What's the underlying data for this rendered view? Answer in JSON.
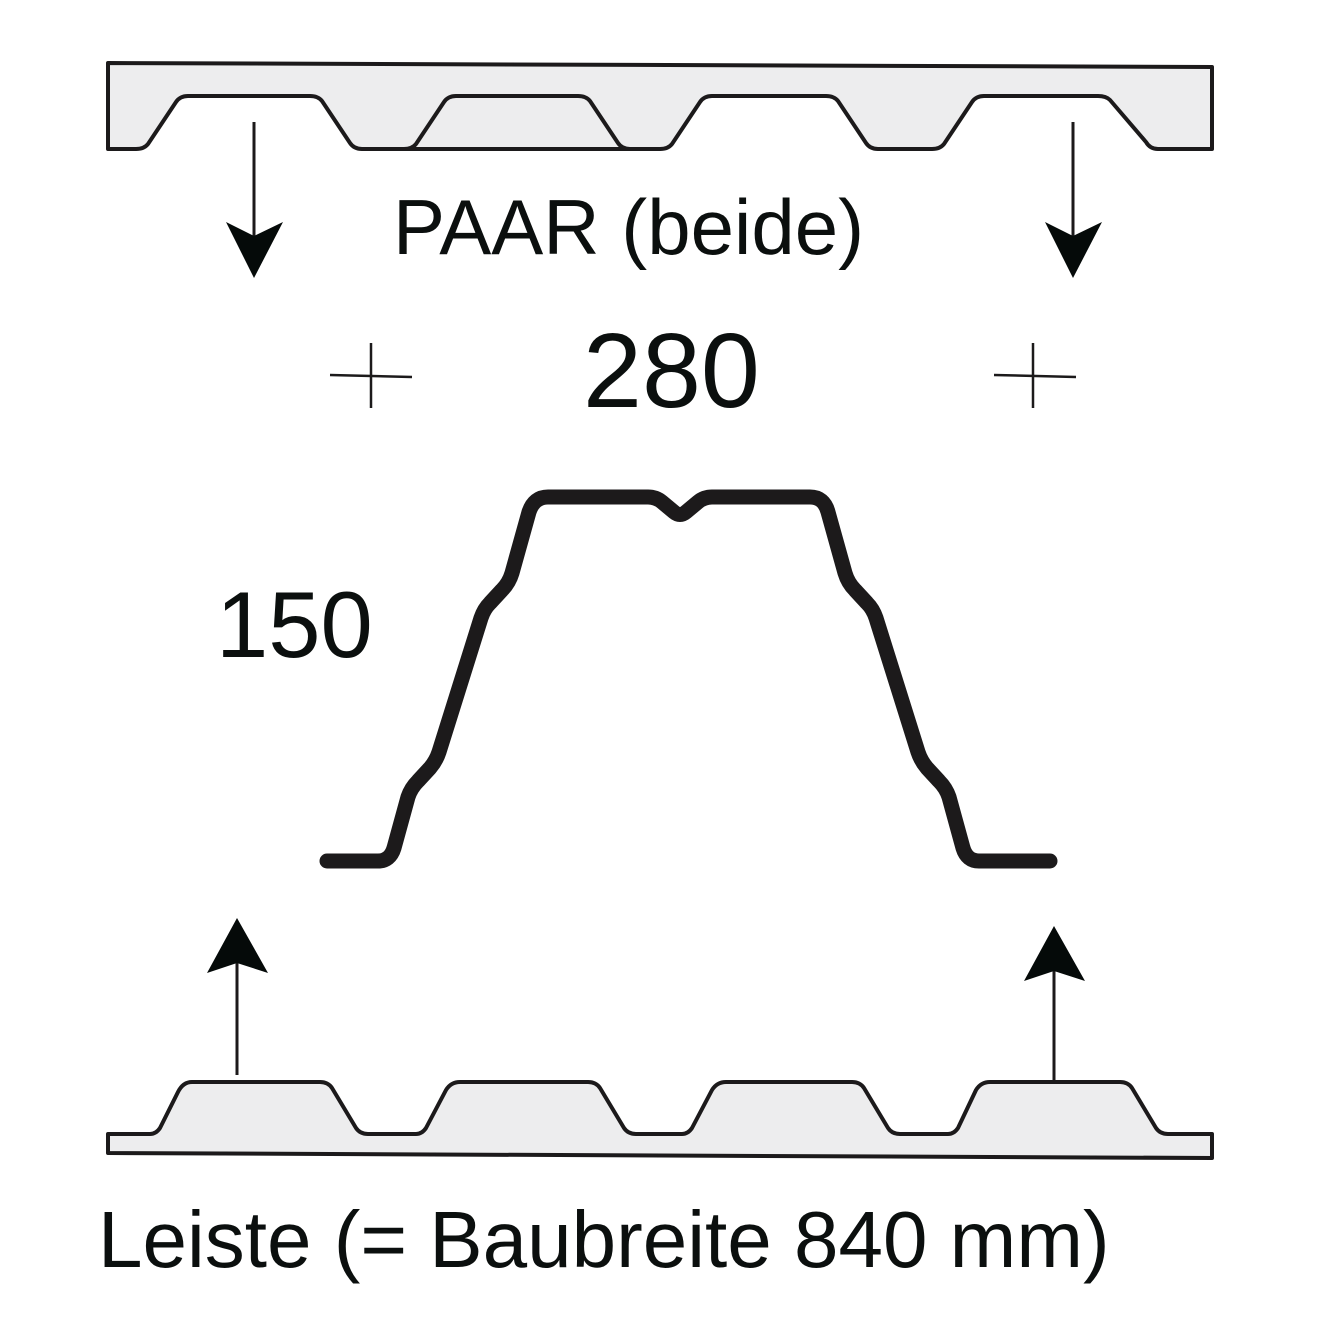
{
  "diagram": {
    "title": "PAAR (beide)",
    "profile_width": "280",
    "profile_height": "150",
    "caption": "Leiste (= Baubreite 840 mm)",
    "elements": {
      "top_strip": "profiled filler strip (upper, inverted)",
      "bottom_strip": "profiled filler strip (lower)",
      "profile": "trapezoidal sheet profile cross-section",
      "arrows": [
        "down-left",
        "down-right",
        "up-left",
        "up-right"
      ],
      "markers": [
        "crosshair-left",
        "crosshair-right"
      ]
    }
  },
  "colors": {
    "stroke": "#1c1a1b",
    "fill": "#ededee",
    "text": "#0b0f0e",
    "background": "#ffffff"
  }
}
